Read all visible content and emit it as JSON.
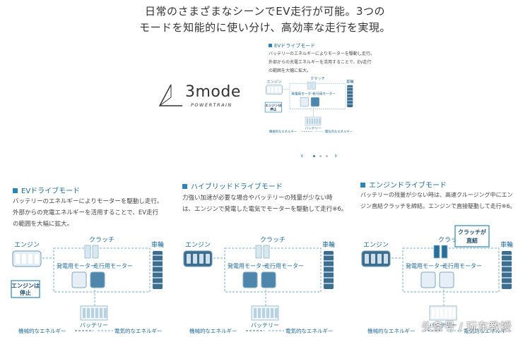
{
  "headline": {
    "line1": "日常のさまざまなシーンでEV走行が可能。3つの",
    "line2": "モードを知能的に使い分け、高効率な走行を実現。"
  },
  "logo": {
    "main": "3mode",
    "sub": "POWERTRAIN"
  },
  "colors": {
    "accent": "#2a86b8",
    "light": "#cfe4ef",
    "dark": "#1f6a9a",
    "gray": "#6b6b6b"
  },
  "labels": {
    "engine": "エンジン",
    "clutch": "クラッチ",
    "generator": "発電用モーター",
    "drive_motor": "走行用モーター",
    "wheel": "車輪",
    "battery": "バッテリー",
    "mechanical": "機械的なエネルギー",
    "electrical": "電気的なエネルギー",
    "engine_stop": [
      "エンジンは",
      "停止"
    ],
    "clutch_engaged": [
      "クラッチが",
      "直結"
    ]
  },
  "featured": {
    "title": "EVドライブモード",
    "desc": [
      "バッテリーのエネルギーによりモーターを駆動し走行。",
      "外部からの充電エネルギーを活用することで、EV走行",
      "の範囲を大幅に拡大。"
    ]
  },
  "carousel": {
    "prev_icon": "chevron-left-icon",
    "next_icon": "chevron-right-icon",
    "active_index": 0,
    "count": 3
  },
  "modes": [
    {
      "title": "EVドライブモード",
      "desc": [
        "バッテリーのエネルギーによりモーターを駆動し走行。",
        "外部からの充電エネルギーを活用することで、EV走行",
        "の範囲を大幅に拡大。"
      ]
    },
    {
      "title": "ハイブリッドドライブモード",
      "desc": [
        "力強い加速が必要な場合やバッテリーの残量が少ない時",
        "は、エンジンで発電した電気でモーターを駆動して走行※6。"
      ]
    },
    {
      "title": "エンジンドライブモード",
      "desc": [
        "バッテリーの残量が少ない時は、高速クルージング中にエン",
        "ジン直結クラッチを締結。エンジンで直接駆動して走行※6。"
      ]
    }
  ],
  "watermark": "头条号 / 玩车教授"
}
